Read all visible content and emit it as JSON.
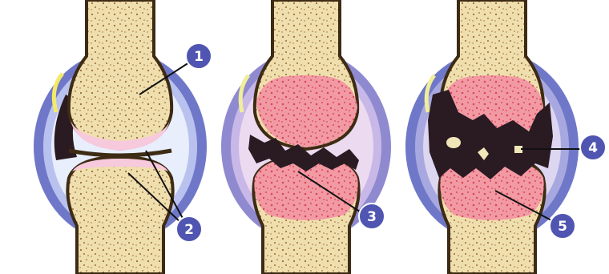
{
  "colors": {
    "background": "#ffffff",
    "capsule_outer": "#6f78c8",
    "capsule_inner": "#b9c2ee",
    "synovial_fluid": "#e8eefc",
    "bone_fill": "#f0dfae",
    "bone_outline": "#3d2b14",
    "bone_speckle": "#9a6a3a",
    "cartilage": "#f7c9dc",
    "inflamed_bone": "#f08c96",
    "inflamed_speckle": "#d9485c",
    "joint_cavity": "#2a1a22",
    "eroded_cavity": "#3a1f2a",
    "callout_badge": "#4f55b0",
    "callout_line": "#111111"
  },
  "panels": [
    {
      "name": "healthy-joint",
      "callouts": [
        "1",
        "2"
      ]
    },
    {
      "name": "early-arthritis-joint",
      "callouts": [
        "3"
      ]
    },
    {
      "name": "advanced-arthritis-joint",
      "callouts": [
        "4",
        "5"
      ]
    }
  ],
  "callouts": [
    {
      "label": "1",
      "icon": "numbered-badge"
    },
    {
      "label": "2",
      "icon": "numbered-badge"
    },
    {
      "label": "3",
      "icon": "numbered-badge"
    },
    {
      "label": "4",
      "icon": "numbered-badge"
    },
    {
      "label": "5",
      "icon": "numbered-badge"
    }
  ]
}
